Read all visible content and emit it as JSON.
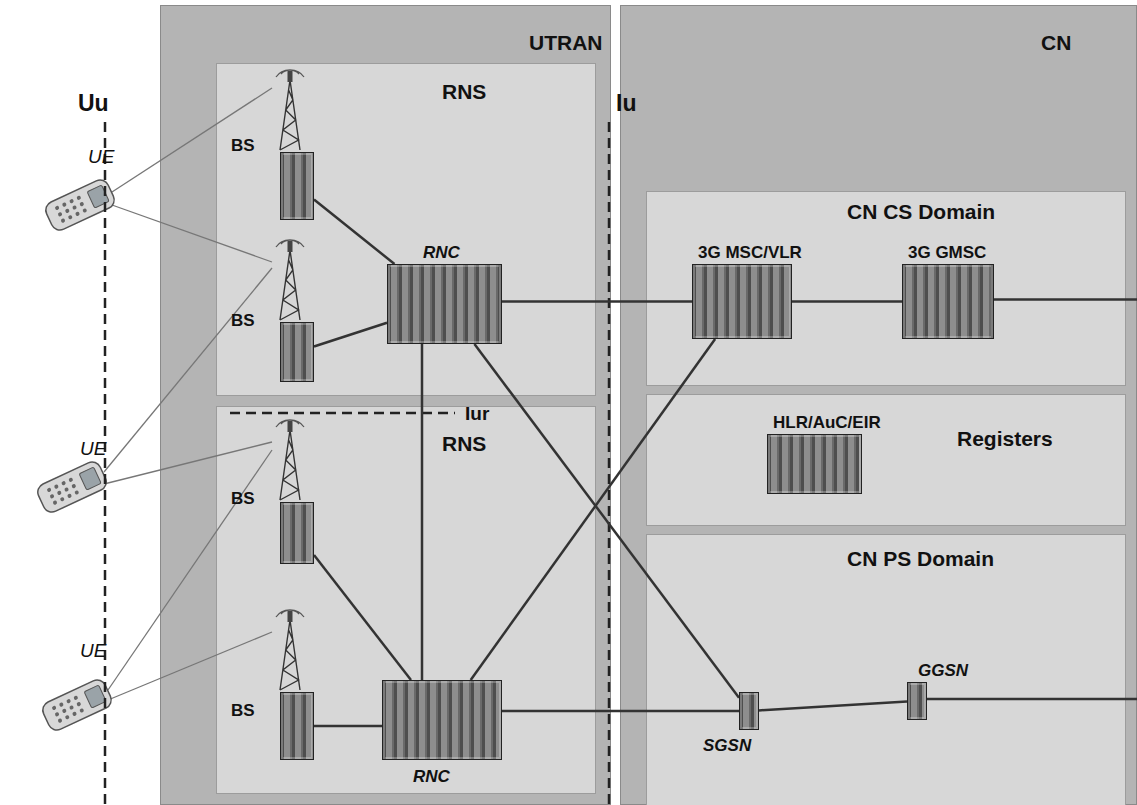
{
  "diagram": {
    "nodes": [
      {
        "text": [
          "UTRAN"
        ]
      },
      {
        "text": [
          "RNS"
        ],
        "in": 0
      },
      {
        "text": [
          "BS"
        ],
        "in": 1
      },
      {
        "text": [
          "BS"
        ],
        "in": 1
      },
      {
        "text": [
          "RNC"
        ],
        "in": 1
      },
      {
        "text": [
          "RNS"
        ],
        "in": 0
      },
      {
        "text": [
          "BS"
        ],
        "in": 5
      },
      {
        "text": [
          "BS"
        ],
        "in": 5
      },
      {
        "text": [
          "RNC"
        ],
        "in": 5
      },
      {
        "text": [
          "CN"
        ]
      },
      {
        "text": [
          "CN CS Domain"
        ],
        "in": 9
      },
      {
        "text": [
          "3G MSC/VLR"
        ],
        "in": 10
      },
      {
        "text": [
          "3G GMSC"
        ],
        "in": 10
      },
      {
        "text": [
          "Registers"
        ],
        "in": 9
      },
      {
        "text": [
          "HLR/AuC/EIR"
        ],
        "in": 13
      },
      {
        "text": [
          "CN PS Domain"
        ],
        "in": 9
      },
      {
        "text": [
          "SGSN"
        ],
        "in": 15
      },
      {
        "text": [
          "GGSN"
        ],
        "in": 15
      }
    ],
    "edges": [
      {
        "from": 2,
        "to": 4,
        "arrow": "none"
      },
      {
        "from": 3,
        "to": 4,
        "arrow": "none"
      },
      {
        "from": 6,
        "to": 8,
        "arrow": "none"
      },
      {
        "from": 7,
        "to": 8,
        "arrow": "none"
      },
      {
        "from": 4,
        "to": 8,
        "arrow": "none"
      },
      {
        "from": 4,
        "to": 11,
        "arrow": "none"
      },
      {
        "from": 4,
        "to": 16,
        "arrow": "none"
      },
      {
        "from": 8,
        "to": 11,
        "arrow": "none"
      },
      {
        "from": 8,
        "to": 16,
        "arrow": "none"
      },
      {
        "from": 11,
        "to": 12,
        "arrow": "none"
      },
      {
        "from": 16,
        "to": 17,
        "arrow": "none"
      }
    ],
    "labels": [
      "Uu",
      "Iu",
      "Iur",
      "UE",
      "UE",
      "UE"
    ]
  }
}
